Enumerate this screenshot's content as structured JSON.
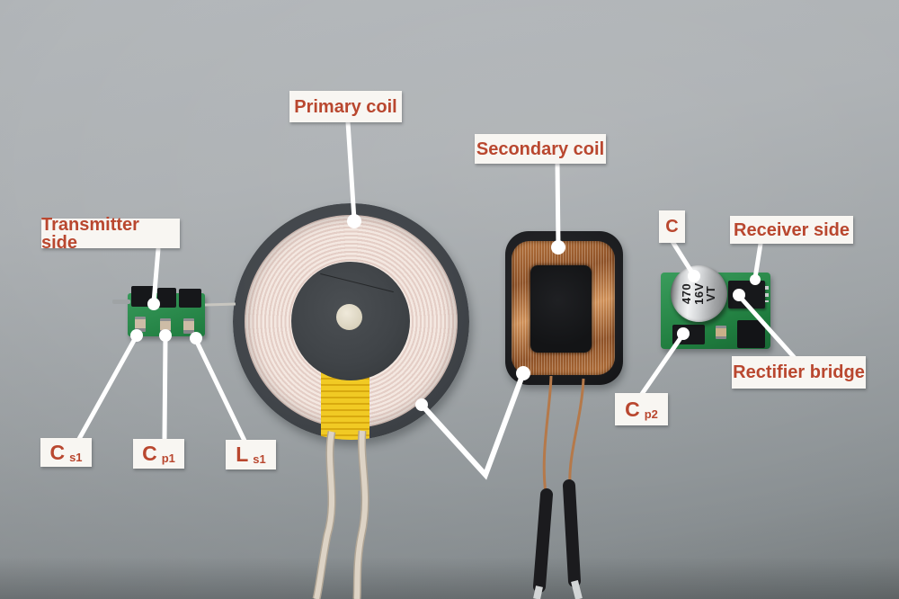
{
  "labels": {
    "transmitter_side": "Transmitter side",
    "primary_coil": "Primary coil",
    "secondary_coil": "Secondary coil",
    "capacitor": "C",
    "receiver_side": "Receiver side",
    "rectifier_bridge": "Rectifier bridge",
    "c_s1": {
      "base": "C",
      "sub": "s1"
    },
    "c_p1": {
      "base": "C",
      "sub": "p1"
    },
    "l_s1": {
      "base": "L",
      "sub": "s1"
    },
    "c_p2": {
      "base": "C",
      "sub": "p2"
    }
  },
  "components": {
    "capacitor_marking": {
      "line1": "470",
      "line2": "16V",
      "line3": "VT"
    }
  },
  "colors": {
    "label_text": "#b9472f",
    "label_background": "#f8f6f2",
    "leader_line": "#ffffff",
    "pcb_green": "#2e8f4e",
    "copper": "#b4723c",
    "tape_yellow": "#eec41e",
    "background_gray": "#a3a8ab"
  }
}
